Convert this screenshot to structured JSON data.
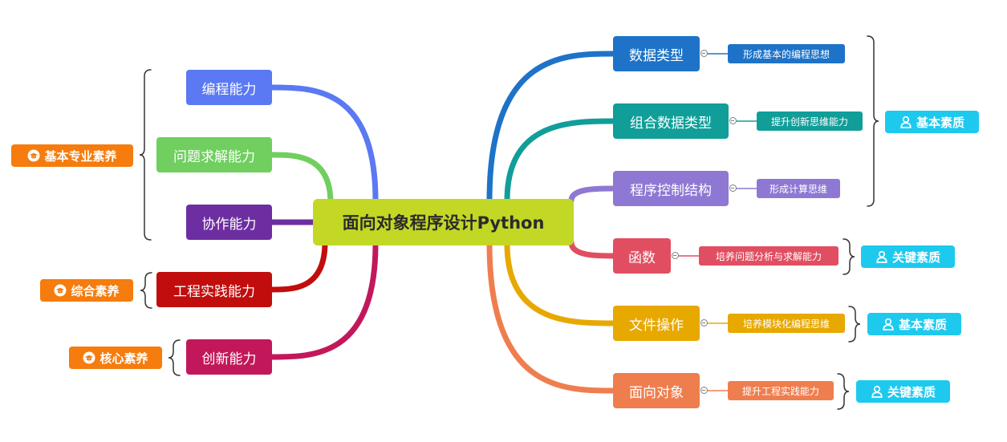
{
  "center": {
    "label": "面向对象程序设计Python"
  },
  "left_branches": [
    {
      "label": "编程能力",
      "color": "#5a79f2"
    },
    {
      "label": "问题求解能力",
      "color": "#70cf5f"
    },
    {
      "label": "协作能力",
      "color": "#6d2ea1"
    },
    {
      "label": "工程实践能力",
      "color": "#c20d0d"
    },
    {
      "label": "创新能力",
      "color": "#c2185b"
    }
  ],
  "left_tags": [
    {
      "label": "基本专业素养",
      "icon": "graduation-cap-icon",
      "color": "#f57c0d"
    },
    {
      "label": "综合素养",
      "icon": "graduation-cap-icon",
      "color": "#f57c0d"
    },
    {
      "label": "核心素养",
      "icon": "graduation-cap-icon",
      "color": "#f57c0d"
    }
  ],
  "right_branches": [
    {
      "label": "数据类型",
      "color": "#1e73c8",
      "sub": "形成基本的编程思想"
    },
    {
      "label": "组合数据类型",
      "color": "#119e99",
      "sub": "提升创新思维能力"
    },
    {
      "label": "程序控制结构",
      "color": "#8f78d3",
      "sub": "形成计算思维"
    },
    {
      "label": "函数",
      "color": "#e14e62",
      "sub": "培养问题分析与求解能力"
    },
    {
      "label": "文件操作",
      "color": "#e7a800",
      "sub": "培养模块化编程思维"
    },
    {
      "label": "面向对象",
      "color": "#ef7e4f",
      "sub": "提升工程实践能力"
    }
  ],
  "right_tags": [
    {
      "label": "基本素质",
      "icon": "person-icon",
      "color": "#1ec9ee"
    },
    {
      "label": "关键素质",
      "icon": "person-icon",
      "color": "#1ec9ee"
    },
    {
      "label": "基本素质",
      "icon": "person-icon",
      "color": "#1ec9ee"
    },
    {
      "label": "关键素质",
      "icon": "person-icon",
      "color": "#1ec9ee"
    }
  ]
}
